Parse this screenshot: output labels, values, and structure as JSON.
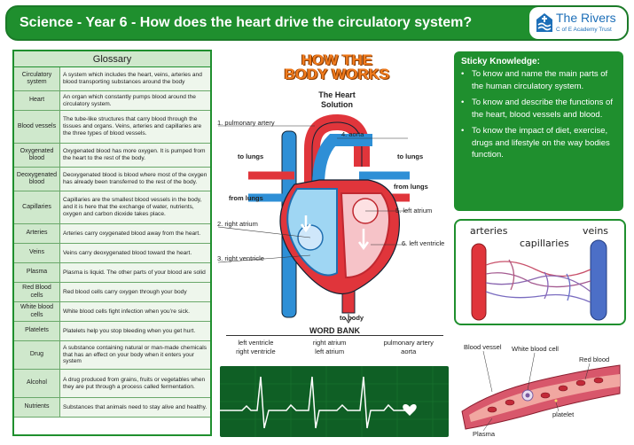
{
  "header": {
    "title": "Science - Year 6 -  How does the heart drive the circulatory system?",
    "logo_name": "The Rivers",
    "logo_sub": "C of E Academy Trust"
  },
  "glossary": {
    "title": "Glossary",
    "rows": [
      {
        "term": "Circulatory system",
        "def": "A system which includes the heart, veins, arteries and blood transporting substances around the body"
      },
      {
        "term": "Heart",
        "def": "An organ which constantly pumps blood around the circulatory system."
      },
      {
        "term": "Blood vessels",
        "def": "The tube-like structures that carry blood through the tissues and organs. Veins, arteries and capillaries are the three types of blood vessels."
      },
      {
        "term": "Oxygenated blood",
        "def": "Oxygenated blood has more oxygen. It is pumped from the heart to the rest of the body."
      },
      {
        "term": "Deoxygenated blood",
        "def": "Deoxygenated blood is blood where most of the oxygen has already been transferred to the rest of the body."
      },
      {
        "term": "Capillaries",
        "def": "Capillaries are the smallest blood vessels in the body, and it is here that the exchange of water, nutrients, oxygen and carbon dioxide takes place."
      },
      {
        "term": "Arteries",
        "def": "Arteries carry oxygenated blood away from the heart."
      },
      {
        "term": "Veins",
        "def": "Veins carry deoxygenated blood toward the heart."
      },
      {
        "term": "Plasma",
        "def": "Plasma is liquid. The other parts of your blood are solid"
      },
      {
        "term": "Red Blood cells",
        "def": "Red blood cells carry oxygen through your body"
      },
      {
        "term": "White blood cells",
        "def": "White blood cells fight infection when you’re sick."
      },
      {
        "term": "Platelets",
        "def": "Platelets help you stop bleeding when you get hurt."
      },
      {
        "term": "Drug",
        "def": "A substance containing natural or man-made chemicals that has an effect on your body when it enters your system"
      },
      {
        "term": "Alcohol",
        "def": "A drug produced from grains, fruits or vegetables when they are put through a process called fermentation."
      },
      {
        "term": "Nutrients",
        "def": "Substances that animals need to stay alive and healthy."
      }
    ]
  },
  "diagram": {
    "logo_line1": "HOW THE",
    "logo_line2": "BODY WORKS",
    "subtitle_line1": "The Heart",
    "subtitle_line2": "Solution",
    "labels": {
      "pulmonary_artery": "1. pulmonary artery",
      "aorta": "4. aorta",
      "to_lungs_left": "to lungs",
      "to_lungs_right": "to lungs",
      "from_lungs_left": "from lungs",
      "from_lungs_right": "from lungs",
      "left_atrium": "5. left atrium",
      "right_atrium": "2. right atrium",
      "left_ventricle": "6. left ventricle",
      "right_ventricle": "3. right ventricle",
      "to_body": "to body"
    }
  },
  "wordbank": {
    "title": "WORD BANK",
    "cols": [
      [
        "left ventricle",
        "right ventricle"
      ],
      [
        "right atrium",
        "left atrium"
      ],
      [
        "pulmonary artery",
        "aorta"
      ]
    ]
  },
  "sticky": {
    "title": "Sticky Knowledge:",
    "items": [
      "To know and name the main parts of the human circulatory system.",
      "To know and describe the functions of the heart, blood vessels and blood.",
      "To know the impact of diet, exercise, drugs and lifestyle on the way bodies function."
    ]
  },
  "vessels": {
    "arteries": "arteries",
    "capillaries": "capillaries",
    "veins": "veins"
  },
  "blood": {
    "blood_vessel": "Blood vessel",
    "white_cell": "White blood cell",
    "red_blood": "Red blood",
    "platelet": "platelet",
    "plasma": "Plasma"
  },
  "colors": {
    "brand_green": "#1f8f2e",
    "gloss_term_bg": "#cfe8cc",
    "gloss_def_bg": "#eef6ec",
    "artery_red": "#e0353b",
    "vein_blue": "#2e8fd6"
  }
}
